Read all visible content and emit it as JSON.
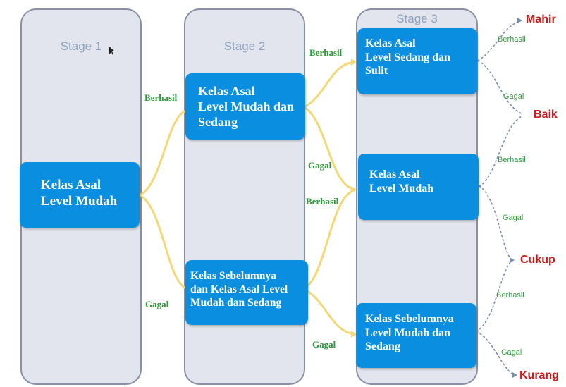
{
  "stages": [
    {
      "label": "Stage 1"
    },
    {
      "label": "Stage 2"
    },
    {
      "label": "Stage 3"
    }
  ],
  "boxes": {
    "s1": {
      "lines": [
        "Kelas Asal",
        "Level Mudah"
      ]
    },
    "s2_top": {
      "lines": [
        "Kelas Asal",
        "Level Mudah dan",
        "Sedang"
      ]
    },
    "s2_bottom": {
      "lines": [
        "Kelas Sebelumnya",
        "dan Kelas Asal Level",
        "Mudah dan Sedang"
      ]
    },
    "s3_top": {
      "lines": [
        "Kelas Asal",
        "Level Sedang dan",
        "Sulit"
      ]
    },
    "s3_middle": {
      "lines": [
        "Kelas Asal",
        "Level Mudah"
      ]
    },
    "s3_bottom": {
      "lines": [
        "Kelas Sebelumnya",
        "Level Mudah dan",
        "Sedang"
      ]
    }
  },
  "edge_labels": {
    "s1_success": "Berhasil",
    "s1_fail": "Gagal",
    "s2top_success": "Berhasil",
    "s2top_fail": "Gagal",
    "s2bottom_success": "Berhasil",
    "s2bottom_fail": "Gagal"
  },
  "outcome_labels": {
    "top_success": "Berhasil",
    "top_fail": "Gagal",
    "middle_success": "Berhasil",
    "middle_fail": "Gagal",
    "bottom_success": "Berhasil",
    "bottom_fail": "Gagal"
  },
  "results": {
    "mahir": "Mahir",
    "baik": "Baik",
    "cukup": "Cukup",
    "kurang": "Kurang"
  },
  "colors": {
    "box_fill": "#0a8fe0",
    "connector": "#f4d878",
    "dotted": "#7a8fb0",
    "result_text": "#cc1a1a",
    "label_green": "#2f9a3b"
  }
}
